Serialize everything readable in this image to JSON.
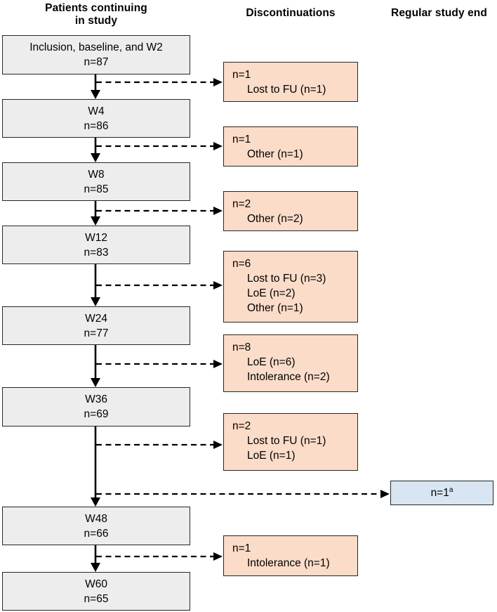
{
  "headers": {
    "col1_line1": "Patients continuing",
    "col1_line2": "in study",
    "col2": "Discontinuations",
    "col3": "Regular study end"
  },
  "study_boxes": [
    {
      "label": "Inclusion, baseline, and W2",
      "n": "n=87"
    },
    {
      "label": "W4",
      "n": "n=86"
    },
    {
      "label": "W8",
      "n": "n=85"
    },
    {
      "label": "W12",
      "n": "n=83"
    },
    {
      "label": "W24",
      "n": "n=77"
    },
    {
      "label": "W36",
      "n": "n=69"
    },
    {
      "label": "W48",
      "n": "n=66"
    },
    {
      "label": "W60",
      "n": "n=65"
    }
  ],
  "discontinuation_boxes": [
    {
      "total": "n=1",
      "reasons": [
        "Lost to FU (n=1)"
      ]
    },
    {
      "total": "n=1",
      "reasons": [
        "Other (n=1)"
      ]
    },
    {
      "total": "n=2",
      "reasons": [
        "Other (n=2)"
      ]
    },
    {
      "total": "n=6",
      "reasons": [
        "Lost to FU (n=3)",
        "LoE (n=2)",
        "Other (n=1)"
      ]
    },
    {
      "total": "n=8",
      "reasons": [
        "LoE (n=6)",
        "Intolerance (n=2)"
      ]
    },
    {
      "total": "n=2",
      "reasons": [
        "Lost to FU (n=1)",
        "LoE (n=1)"
      ]
    },
    {
      "total": "n=1",
      "reasons": [
        "Intolerance (n=1)"
      ]
    }
  ],
  "regular_end_box": {
    "value": "n=1",
    "superscript": "a"
  },
  "colors": {
    "study_box_fill": "#ededed",
    "discontinuation_box_fill": "#fadcc8",
    "regular_end_box_fill": "#d8e5f2",
    "box_border": "#262626",
    "arrow": "#000000"
  }
}
